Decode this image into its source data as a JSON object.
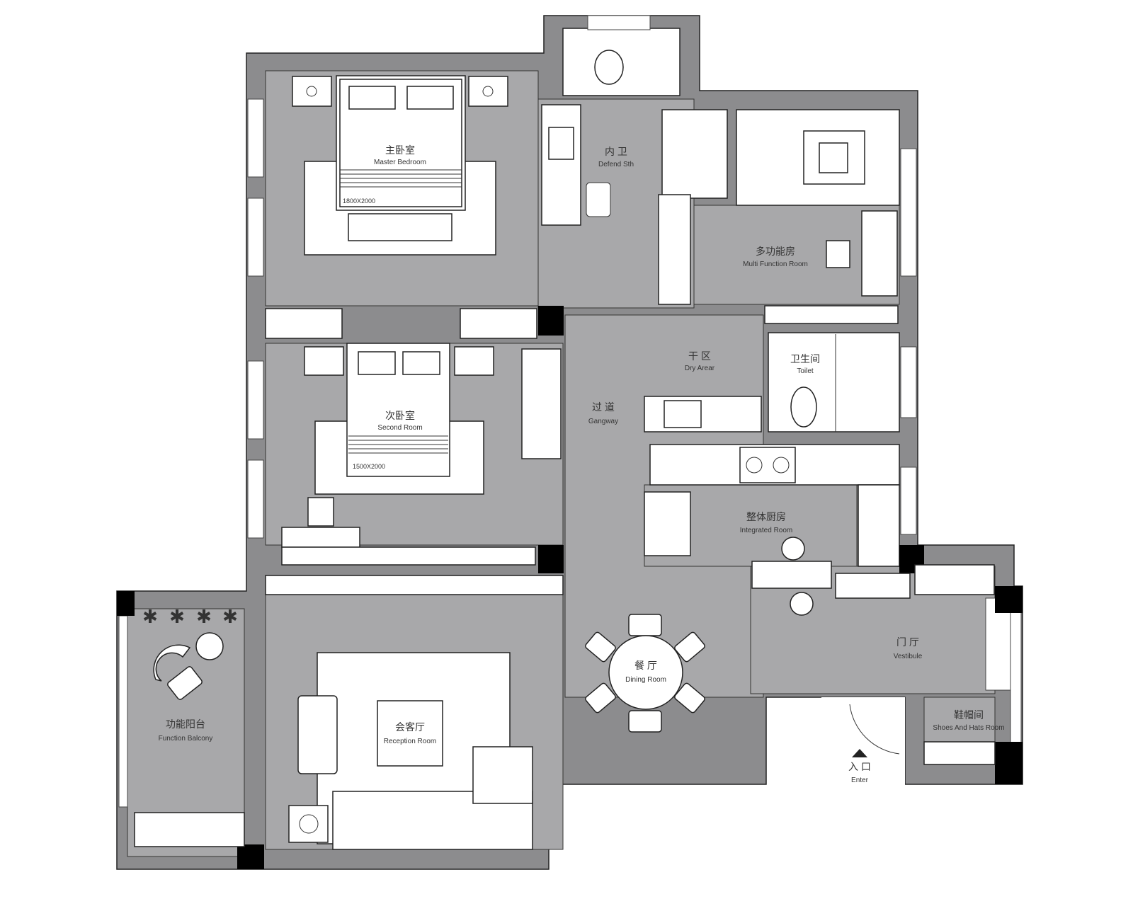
{
  "rooms": {
    "master_bedroom": {
      "zh": "主卧室",
      "en": "Master Bedroom",
      "bed_size": "1800X2000"
    },
    "defend_sth": {
      "zh": "内 卫",
      "en": "Defend Sth"
    },
    "multi_function": {
      "zh": "多功能房",
      "en": "Multi Function Room"
    },
    "dry_area": {
      "zh": "干 区",
      "en": "Dry Arear"
    },
    "toilet": {
      "zh": "卫生间",
      "en": "Toilet"
    },
    "gangway": {
      "zh": "过 道",
      "en": "Gangway"
    },
    "second_room": {
      "zh": "次卧室",
      "en": "Second Room",
      "bed_size": "1500X2000"
    },
    "kitchen": {
      "zh": "整体厨房",
      "en": "Integrated Room"
    },
    "dining": {
      "zh": "餐 厅",
      "en": "Dining Room"
    },
    "vestibule": {
      "zh": "门 厅",
      "en": "Vestibule"
    },
    "shoes": {
      "zh": "鞋帽间",
      "en": "Shoes And Hats Room"
    },
    "balcony": {
      "zh": "功能阳台",
      "en": "Function Balcony"
    },
    "reception": {
      "zh": "会客厅",
      "en": "Reception Room"
    },
    "enter": {
      "zh": "入 口",
      "en": "Enter"
    }
  },
  "colors": {
    "wall": "#8c8c8e",
    "floor": "#a8a8aa"
  }
}
